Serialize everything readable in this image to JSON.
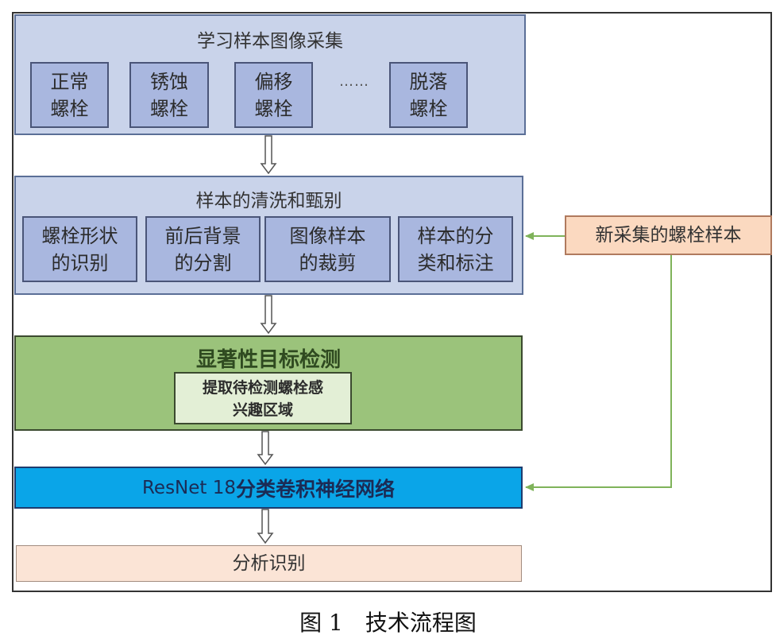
{
  "stage1": {
    "title": "学习样本图像采集",
    "items": [
      {
        "line1": "正常",
        "line2": "螺栓"
      },
      {
        "line1": "锈蚀",
        "line2": "螺栓"
      },
      {
        "line1": "偏移",
        "line2": "螺栓"
      },
      {
        "line1": "脱落",
        "line2": "螺栓"
      }
    ],
    "ellipsis": "……"
  },
  "stage2": {
    "title": "样本的清洗和甄别",
    "items": [
      {
        "line1": "螺栓形状",
        "line2": "的识别"
      },
      {
        "line1": "前后背景",
        "line2": "的分割"
      },
      {
        "line1": "图像样本",
        "line2": "的裁剪"
      },
      {
        "line1": "样本的分",
        "line2": "类和标注"
      }
    ]
  },
  "stage3": {
    "title": "显著性目标检测",
    "inner_line1": "提取待检测螺栓感",
    "inner_line2": "兴趣区域"
  },
  "stage4": {
    "prefix": "ResNet 18",
    "label": "分类卷积神经网络"
  },
  "stage5": {
    "label": "分析识别"
  },
  "side": {
    "new_samples": "新采集的螺栓样本"
  },
  "caption": "图 1　技术流程图",
  "colors": {
    "panel_blue": "#c9d3ea",
    "sub_blue": "#a9b7df",
    "green": "#9bc37b",
    "blue_bar": "#0aa5e8",
    "peach": "#fbe4d6",
    "feedback_line": "#7fb35a"
  }
}
